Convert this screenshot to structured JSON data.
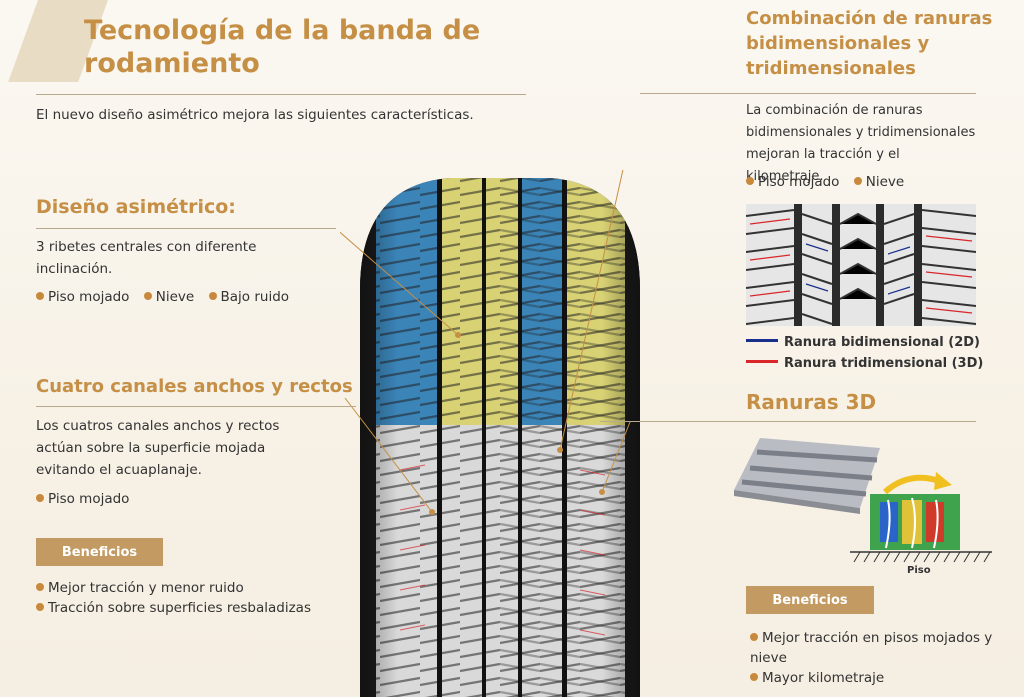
{
  "main": {
    "title": "Tecnología de la banda de rodamiento",
    "intro": "El nuevo diseño asimétrico mejora las siguientes características."
  },
  "asimetrico": {
    "title": "Diseño asimétrico:",
    "description": "3 ribetes centrales con diferente inclinación.",
    "bullets": [
      "Piso mojado",
      "Nieve",
      "Bajo ruido"
    ]
  },
  "canales": {
    "title": "Cuatro canales anchos y rectos",
    "description": "Los cuatros canales anchos y rectos actúan sobre la superficie mojada evitando el acuaplanaje.",
    "bullets": [
      "Piso mojado"
    ]
  },
  "beneficios_left": {
    "label": "Beneficios",
    "items": [
      "Mejor tracción y menor ruido",
      "Tracción sobre superficies resbaladizas"
    ]
  },
  "combinacion": {
    "title": "Combinación de ranuras bidimensionales y tridimensionales",
    "description": "La combinación de ranuras bidimensionales y tridimensionales mejoran la tracción y el kilometraje.",
    "bullets": [
      "Piso mojado",
      "Nieve"
    ],
    "legend": [
      {
        "label": "Ranura bidimensional (2D)",
        "color": "#1a2f8c"
      },
      {
        "label": "Ranura tridimensional (3D)",
        "color": "#d8262b"
      }
    ]
  },
  "ranuras3d": {
    "title": "Ranuras 3D",
    "floor_label": "Piso"
  },
  "beneficios_right": {
    "label": "Beneficios",
    "items": [
      "Mejor tracción en pisos mojados y nieve",
      "Mayor kilometraje"
    ]
  },
  "colors": {
    "accent": "#c58f45",
    "tread_blue": "#3a84b8",
    "tread_yellow": "#d8d274",
    "badge": "#c39a61"
  }
}
